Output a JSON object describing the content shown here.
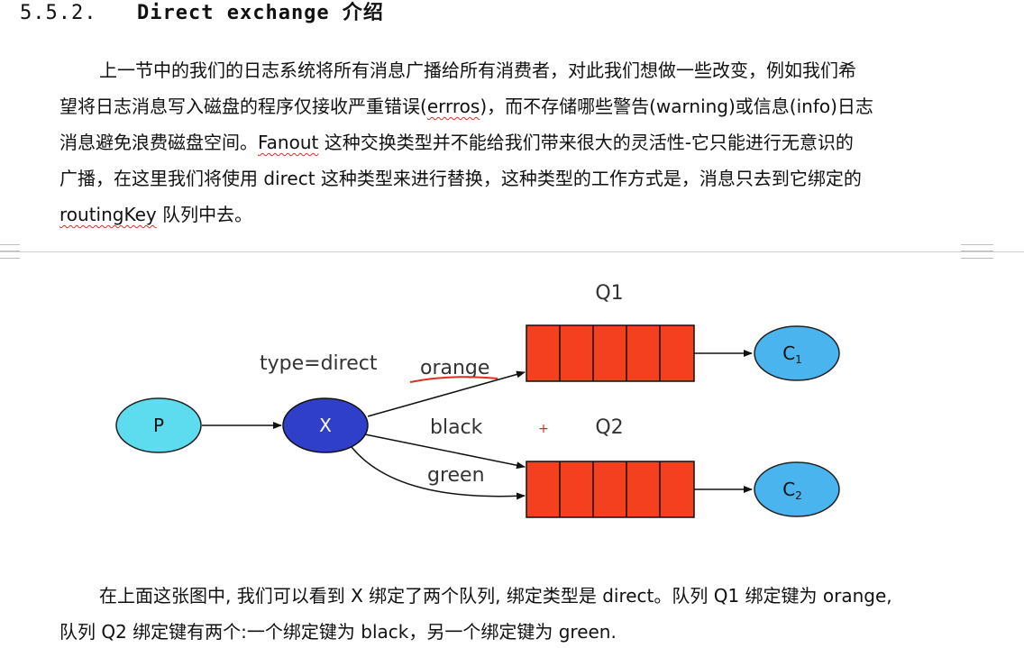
{
  "section": {
    "number": "5.5.2.",
    "title": "Direct exchange 介绍"
  },
  "paragraph1": {
    "lines": [
      "上一节中的我们的日志系统将所有消息广播给所有消费者，对此我们想做一些改变，例如我们希",
      "望将日志消息写入磁盘的程序仅接收严重错误(",
      "errros",
      ")，而不存储哪些警告(warning)或信息(info)日志",
      "消息避免浪费磁盘空间。",
      "Fanout",
      " 这种交换类型并不能给我们带来很大的灵活性-它只能进行无意识的",
      "广播，在这里我们将使用 direct 这种类型来进行替换，这种类型的工作方式是，消息只去到它绑定的",
      "routingKey",
      " 队列中去。"
    ]
  },
  "diagram": {
    "producer": "P",
    "exchange": "X",
    "exchange_type": "type=direct",
    "queue1_label": "Q1",
    "queue2_label": "Q2",
    "consumer1": "C",
    "consumer1_sub": "1",
    "consumer2": "C",
    "consumer2_sub": "2",
    "binding_orange": "orange",
    "binding_black": "black",
    "binding_green": "green",
    "cursor_mark": "+",
    "colors": {
      "producer_fill": "#5ddcf0",
      "exchange_fill": "#2f3fc9",
      "queue_fill": "#f4401f",
      "consumer_fill": "#4ab4ee",
      "orange_underline": "#e03020"
    }
  },
  "paragraph2": {
    "lines": [
      "在上面这张图中, 我们可以看到 X 绑定了两个队列, 绑定类型是 direct。队列 Q1 绑定键为 orange,",
      "队列 Q2 绑定键有两个:一个绑定键为 black，另一个绑定键为 green."
    ]
  }
}
